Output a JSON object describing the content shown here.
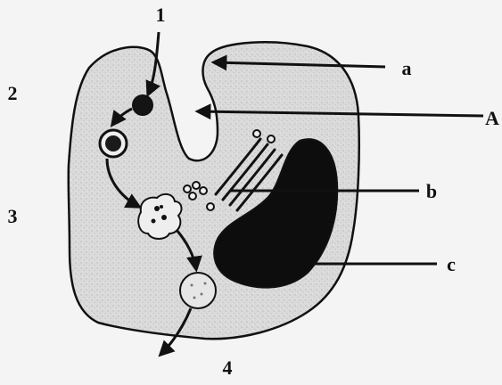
{
  "labels": {
    "step_1": "1",
    "step_2": "2",
    "step_3": "3",
    "step_4": "4",
    "a": "a",
    "A": "A",
    "b": "b",
    "c": "c"
  },
  "colors": {
    "background": "#f4f4f4",
    "cell_fill": "#d9d9d9",
    "outline": "#111111",
    "nucleus": "#0d0d0d"
  }
}
